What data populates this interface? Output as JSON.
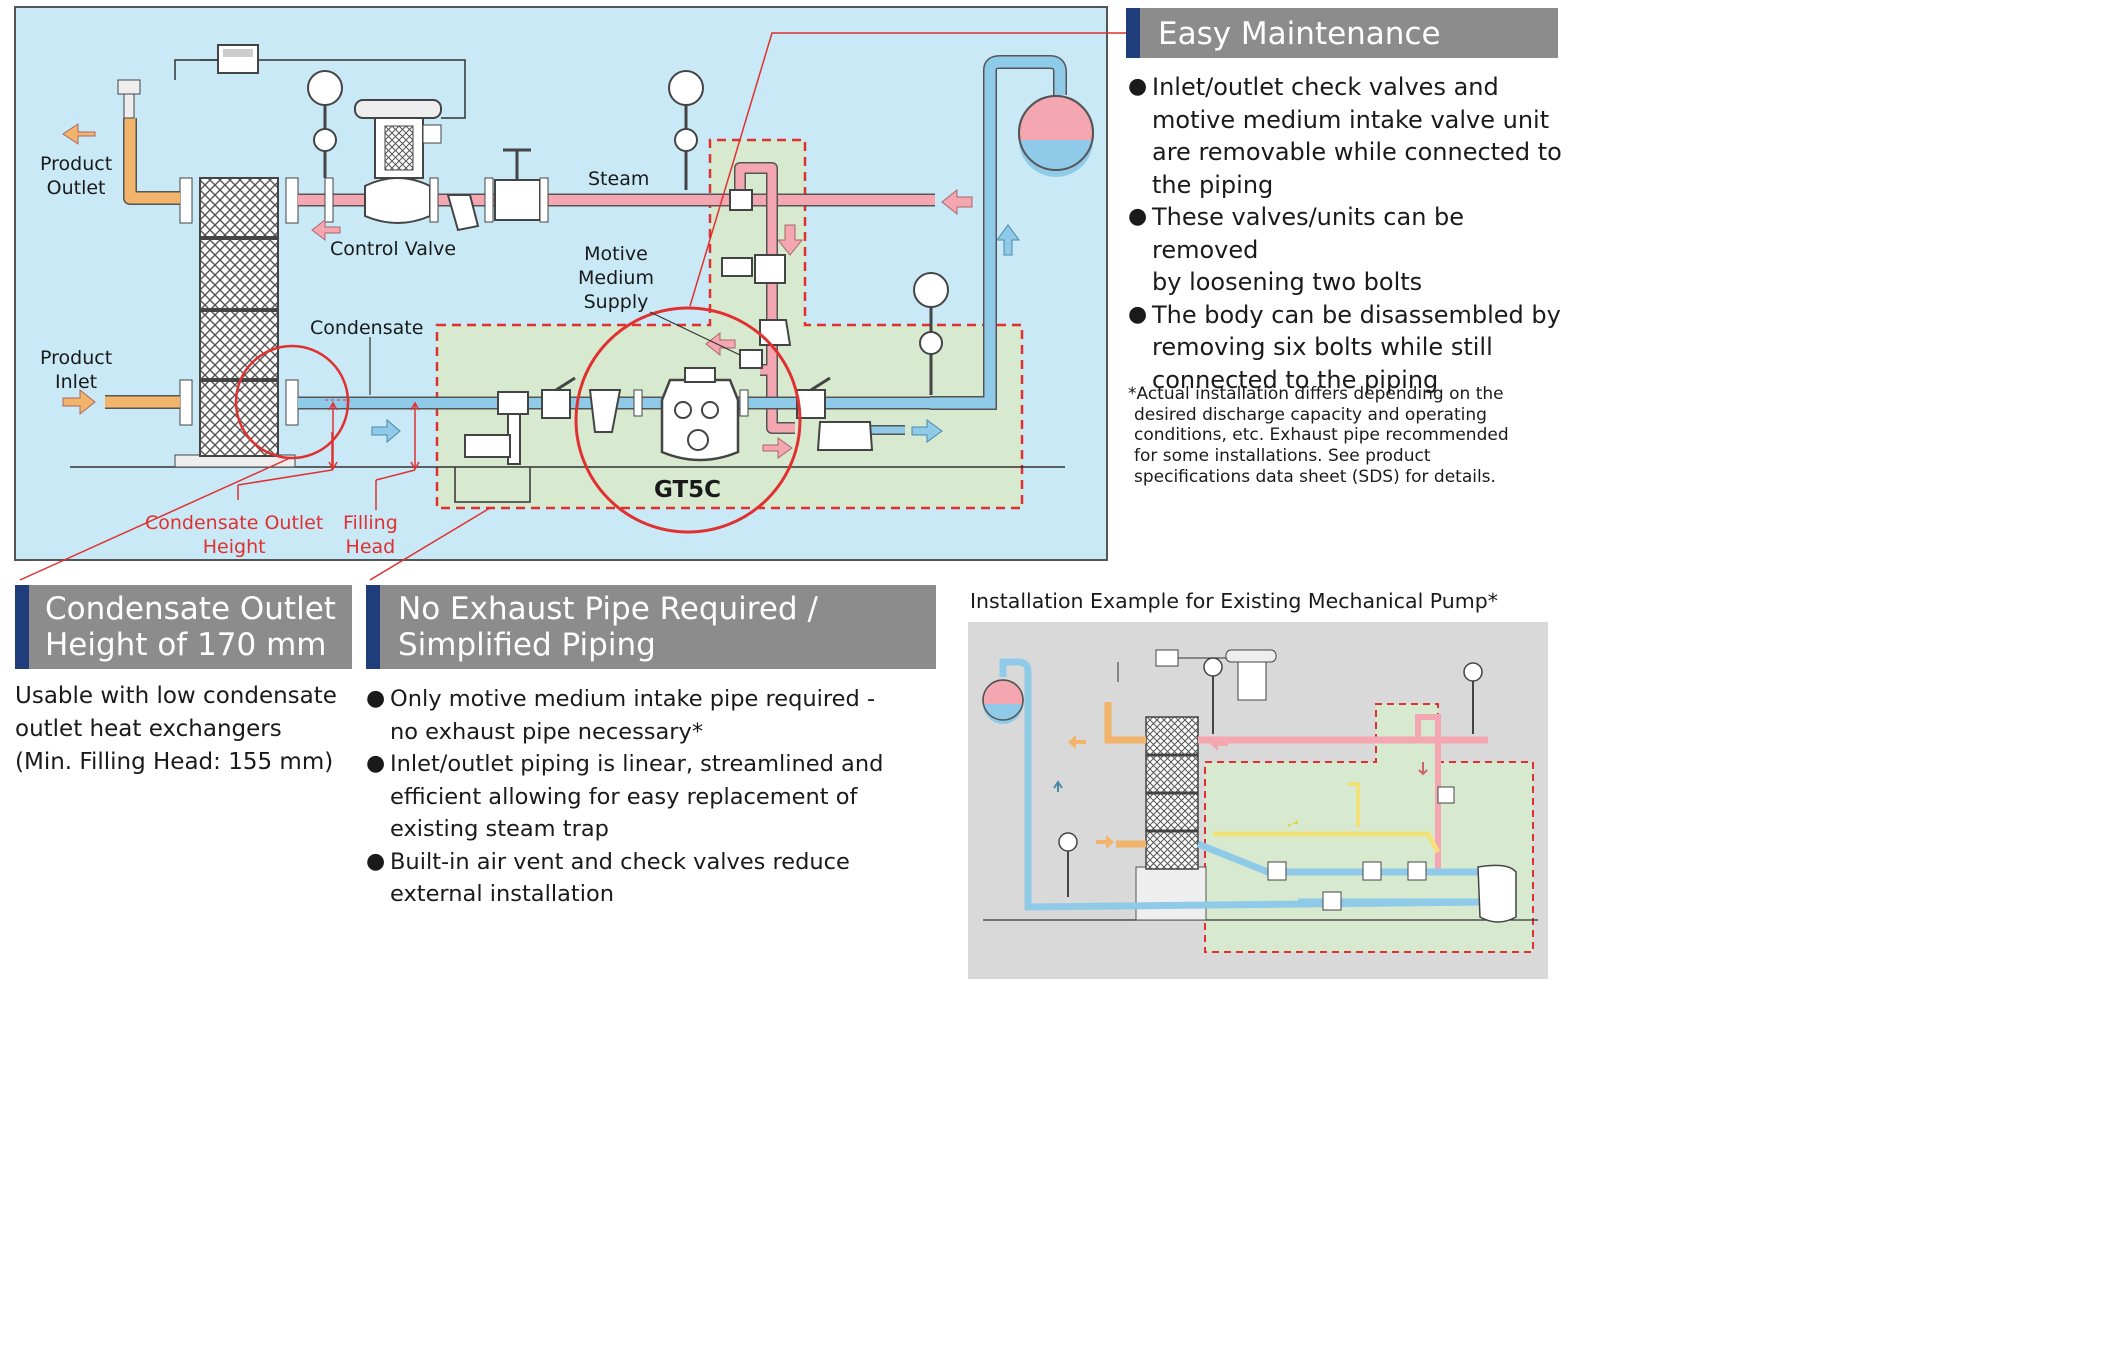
{
  "diagram": {
    "labels": {
      "product_outlet_1": "Product",
      "product_outlet_2": "Outlet",
      "product_inlet_1": "Product",
      "product_inlet_2": "Inlet",
      "steam": "Steam",
      "control_valve": "Control Valve",
      "motive_1": "Motive",
      "motive_2": "Medium",
      "motive_3": "Supply",
      "condensate": "Condensate",
      "gt5c": "GT5C",
      "cond_outlet_1": "Condensate Outlet",
      "cond_outlet_2": "Height",
      "filling_1": "Filling",
      "filling_2": "Head"
    }
  },
  "easy_maintenance": {
    "title": "Easy Maintenance",
    "bullets": [
      [
        "Inlet/outlet check valves and",
        "motive medium intake valve unit",
        "are removable while connected to",
        "the piping"
      ],
      [
        "These valves/units can be removed",
        "by loosening two bolts"
      ],
      [
        "The body can be disassembled by",
        "removing six bolts while still",
        "connected to the piping"
      ]
    ],
    "note": [
      "*Actual installation differs depending on the",
      "desired discharge capacity and operating",
      "conditions, etc. Exhaust pipe recommended",
      "for some installations. See product",
      "specifications data sheet (SDS) for details."
    ]
  },
  "condensate_outlet": {
    "title_1": "Condensate Outlet",
    "title_2": "Height of 170 mm",
    "lines": [
      "Usable with low condensate",
      "outlet heat exchangers",
      "(Min. Filling Head: 155 mm)"
    ]
  },
  "no_exhaust": {
    "title_1": "No Exhaust Pipe Required /",
    "title_2": "Simplified Piping",
    "bullets": [
      [
        "Only motive medium intake pipe required -",
        "no exhaust pipe necessary*"
      ],
      [
        "Inlet/outlet piping is linear, streamlined and",
        "efficient allowing for easy replacement of",
        "existing steam trap"
      ],
      [
        "Built-in air vent and check valves reduce",
        "external installation"
      ]
    ]
  },
  "installation_example": {
    "title": "Installation Example for Existing Mechanical Pump*"
  },
  "colors": {
    "bg_light_blue": "#c9e9f6",
    "pipe_blue": "#8fcbe8",
    "pipe_pink": "#f4a7b0",
    "pipe_orange": "#f2b46b",
    "header_gray": "#8c8c8c",
    "header_navy": "#1f3d7a",
    "red": "#e03030",
    "green_zone": "#d7ead0"
  }
}
